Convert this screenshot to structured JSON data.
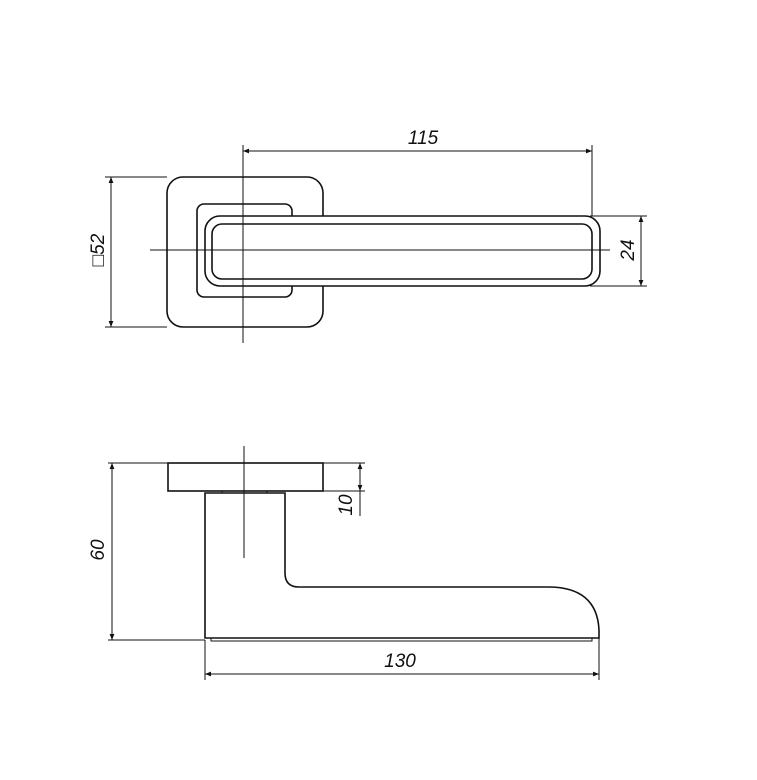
{
  "drawing": {
    "top_view": {
      "length_label": "115",
      "rose_size_label": "□52",
      "handle_width_label": "24"
    },
    "side_view": {
      "height_label": "60",
      "rose_thickness_label": "10",
      "total_length_label": "130"
    }
  }
}
